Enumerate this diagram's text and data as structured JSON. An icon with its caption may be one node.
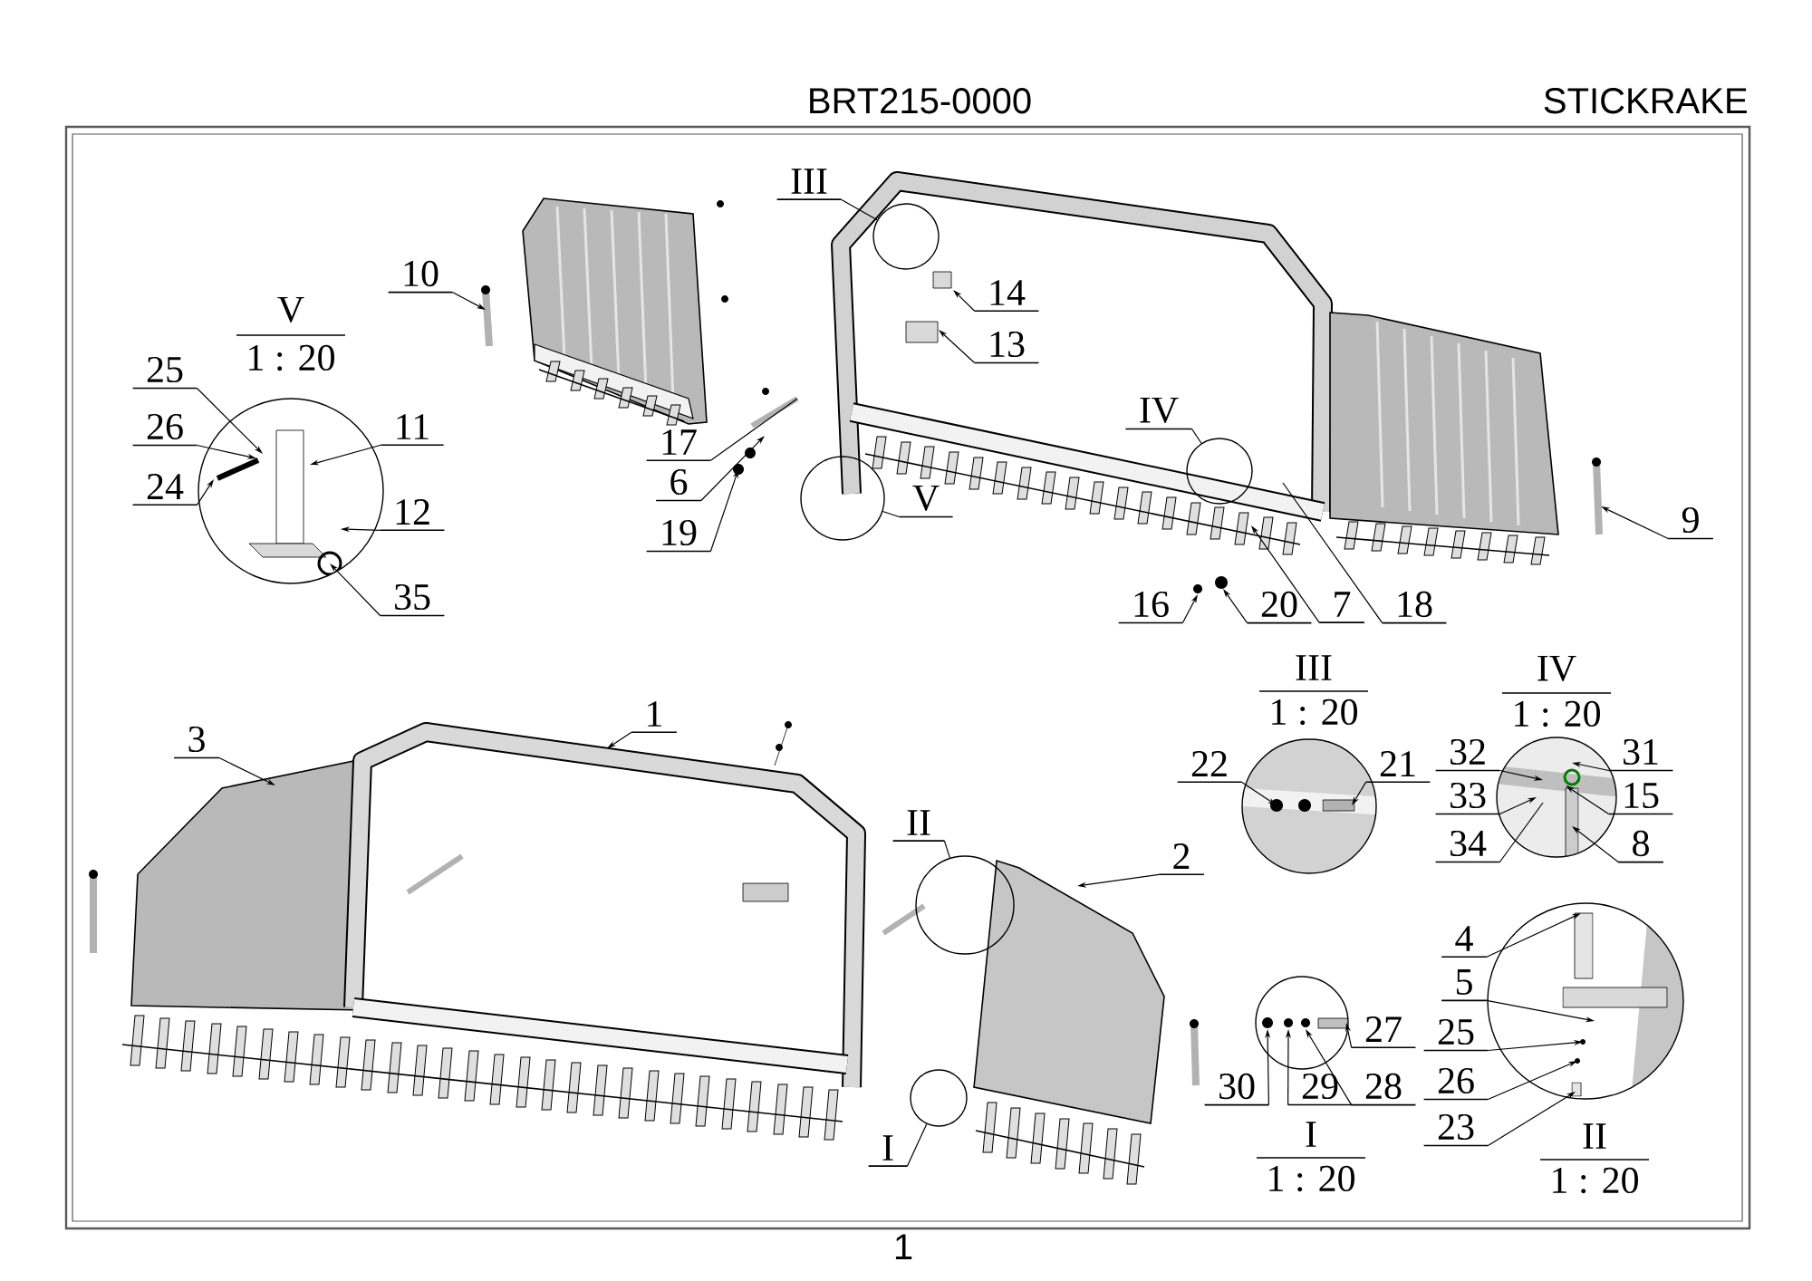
{
  "diagram": {
    "title": "STICKRAKE",
    "nodes": [
      {
        "text": [
          "III"
        ]
      },
      {
        "text": [],
        "shape": "circle"
      },
      {
        "text": [],
        "shape": "circle",
        "beside": [
          "V",
          "1 : 20"
        ]
      },
      {
        "text": [
          "25"
        ]
      },
      {
        "text": [
          "26"
        ]
      },
      {
        "text": [
          "24"
        ]
      },
      {
        "text": [
          "11"
        ]
      },
      {
        "text": [
          "12"
        ]
      },
      {
        "text": [
          "35"
        ]
      },
      {
        "text": [
          "10"
        ]
      },
      {
        "text": [
          "17"
        ]
      },
      {
        "text": [
          "6"
        ]
      },
      {
        "text": [
          "19"
        ]
      },
      {
        "text": [
          "V"
        ]
      },
      {
        "text": [],
        "shape": "circle"
      },
      {
        "text": [
          "14"
        ]
      },
      {
        "text": [
          "13"
        ]
      },
      {
        "text": [
          "IV"
        ]
      },
      {
        "text": [],
        "shape": "circle"
      },
      {
        "text": [
          "9"
        ]
      },
      {
        "text": [
          "16"
        ]
      },
      {
        "text": [
          "20"
        ]
      },
      {
        "text": [
          "7"
        ]
      },
      {
        "text": [
          "18"
        ]
      },
      {
        "text": [],
        "shape": "circle",
        "beside": [
          "III",
          "1 : 20"
        ]
      },
      {
        "text": [
          "22"
        ]
      },
      {
        "text": [
          "21"
        ]
      },
      {
        "text": [],
        "shape": "circle",
        "beside": [
          "IV",
          "1 : 20"
        ]
      },
      {
        "text": [
          "32"
        ]
      },
      {
        "text": [
          "31"
        ]
      },
      {
        "text": [
          "33"
        ]
      },
      {
        "text": [
          "15"
        ]
      },
      {
        "text": [
          "34"
        ]
      },
      {
        "text": [
          "8"
        ]
      },
      {
        "text": [
          "3"
        ]
      },
      {
        "text": [
          "1"
        ]
      },
      {
        "text": [
          "II"
        ]
      },
      {
        "text": [],
        "shape": "circle"
      },
      {
        "text": [
          "2"
        ]
      },
      {
        "text": [],
        "shape": "circle",
        "beside": [
          "II",
          "1 : 20"
        ]
      },
      {
        "text": [
          "4"
        ]
      },
      {
        "text": [
          "5"
        ]
      },
      {
        "text": [
          "25"
        ]
      },
      {
        "text": [
          "26"
        ]
      },
      {
        "text": [
          "23"
        ]
      },
      {
        "text": [],
        "shape": "circle",
        "beside": [
          "I",
          "1 : 20"
        ]
      },
      {
        "text": [
          "27"
        ]
      },
      {
        "text": [
          "30"
        ]
      },
      {
        "text": [
          "29"
        ]
      },
      {
        "text": [
          "28"
        ]
      },
      {
        "text": [],
        "shape": "circle"
      },
      {
        "text": [
          "I"
        ]
      }
    ],
    "edges": [
      {
        "from": 0,
        "to": 1,
        "arrow": "none"
      },
      {
        "from": 13,
        "to": 14,
        "arrow": "none"
      },
      {
        "from": 17,
        "to": 18,
        "arrow": "none"
      },
      {
        "from": 36,
        "to": 37,
        "arrow": "none"
      },
      {
        "from": 51,
        "to": 50,
        "arrow": "none"
      },
      {
        "from": 3,
        "to": 2,
        "arrow": "to"
      },
      {
        "from": 4,
        "to": 2,
        "arrow": "to"
      },
      {
        "from": 5,
        "to": 2,
        "arrow": "to"
      },
      {
        "from": 6,
        "to": 2,
        "arrow": "to"
      },
      {
        "from": 7,
        "to": 2,
        "arrow": "to"
      },
      {
        "from": 8,
        "to": 2,
        "arrow": "to"
      },
      {
        "from": 9,
        "to": null,
        "arrow": "to"
      },
      {
        "from": 10,
        "to": null,
        "arrow": "none"
      },
      {
        "from": 11,
        "to": null,
        "arrow": "to"
      },
      {
        "from": 12,
        "to": null,
        "arrow": "to"
      },
      {
        "from": 15,
        "to": null,
        "arrow": "to"
      },
      {
        "from": 16,
        "to": null,
        "arrow": "to"
      },
      {
        "from": 19,
        "to": null,
        "arrow": "to"
      },
      {
        "from": 20,
        "to": null,
        "arrow": "to"
      },
      {
        "from": 21,
        "to": null,
        "arrow": "to"
      },
      {
        "from": 22,
        "to": null,
        "arrow": "to"
      },
      {
        "from": 23,
        "to": null,
        "arrow": "none"
      },
      {
        "from": 25,
        "to": 24,
        "arrow": "to"
      },
      {
        "from": 26,
        "to": 24,
        "arrow": "to"
      },
      {
        "from": 28,
        "to": 27,
        "arrow": "to"
      },
      {
        "from": 29,
        "to": 27,
        "arrow": "to"
      },
      {
        "from": 30,
        "to": 27,
        "arrow": "to"
      },
      {
        "from": 31,
        "to": 27,
        "arrow": "to"
      },
      {
        "from": 32,
        "to": 27,
        "arrow": "none"
      },
      {
        "from": 33,
        "to": 27,
        "arrow": "to"
      },
      {
        "from": 34,
        "to": null,
        "arrow": "to"
      },
      {
        "from": 35,
        "to": null,
        "arrow": "to"
      },
      {
        "from": 38,
        "to": null,
        "arrow": "to"
      },
      {
        "from": 40,
        "to": 39,
        "arrow": "to"
      },
      {
        "from": 41,
        "to": 39,
        "arrow": "to"
      },
      {
        "from": 42,
        "to": 39,
        "arrow": "to"
      },
      {
        "from": 43,
        "to": 39,
        "arrow": "to"
      },
      {
        "from": 44,
        "to": 39,
        "arrow": "to"
      },
      {
        "from": 46,
        "to": 45,
        "arrow": "to"
      },
      {
        "from": 47,
        "to": 45,
        "arrow": "to"
      },
      {
        "from": 48,
        "to": 45,
        "arrow": "to"
      },
      {
        "from": 49,
        "to": 45,
        "arrow": "to"
      }
    ],
    "labels": [
      "BRT215-0000",
      "1"
    ]
  }
}
